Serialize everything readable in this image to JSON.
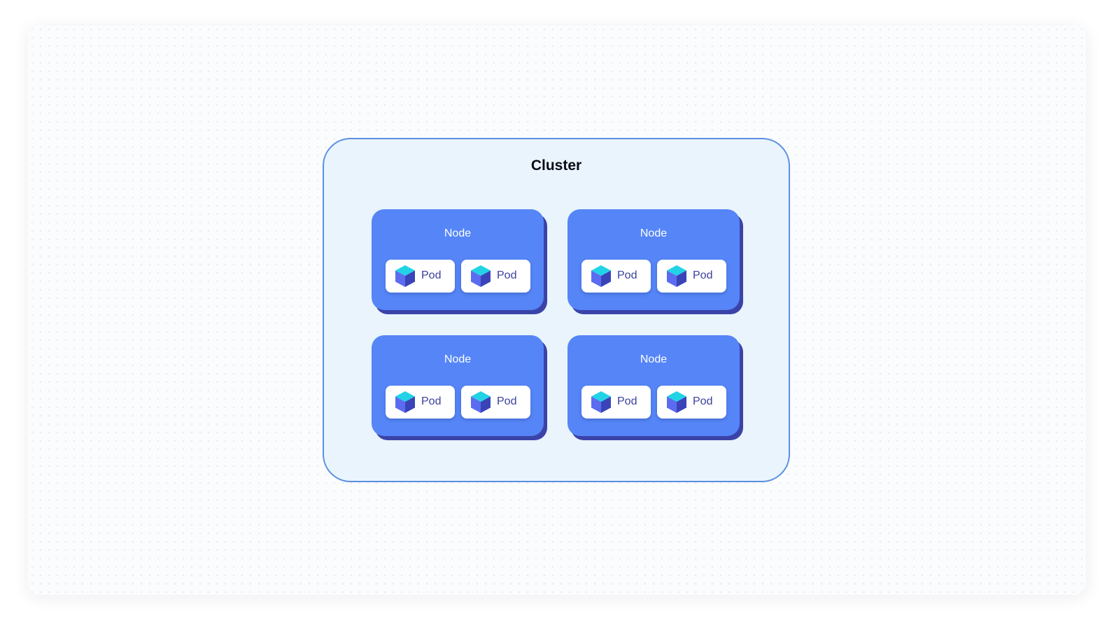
{
  "cluster": {
    "title": "Cluster"
  },
  "nodes": [
    {
      "title": "Node",
      "pods": [
        {
          "label": "Pod"
        },
        {
          "label": "Pod"
        }
      ]
    },
    {
      "title": "Node",
      "pods": [
        {
          "label": "Pod"
        },
        {
          "label": "Pod"
        }
      ]
    },
    {
      "title": "Node",
      "pods": [
        {
          "label": "Pod"
        },
        {
          "label": "Pod"
        }
      ]
    },
    {
      "title": "Node",
      "pods": [
        {
          "label": "Pod"
        },
        {
          "label": "Pod"
        }
      ]
    }
  ],
  "colors": {
    "cluster_border": "#5b8fe3",
    "cluster_fill": "#e9f4fc",
    "node_fill": "#5585f7",
    "node_shadow": "#3b43a8",
    "pod_text": "#3a3f9c",
    "cube_top": "#22d3e6",
    "cube_left": "#5b6cf0",
    "cube_right": "#3a44b8"
  },
  "icons": {
    "pod_icon": "cube-icon"
  }
}
